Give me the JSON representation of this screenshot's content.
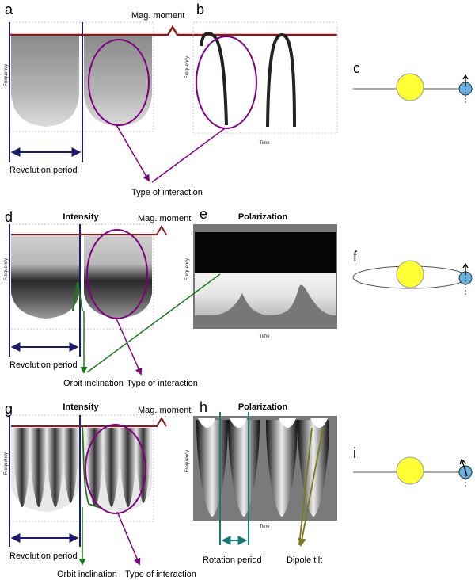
{
  "panels": {
    "a": {
      "label": "a",
      "frequency_label": "Frequency"
    },
    "b": {
      "label": "b",
      "frequency_label": "Frequency",
      "time_label": "Time"
    },
    "c": {
      "label": "c"
    },
    "d": {
      "label": "d",
      "title": "Intensity",
      "frequency_label": "Frequency"
    },
    "e": {
      "label": "e",
      "title": "Polarization",
      "frequency_label": "Frequency",
      "time_label": "Time"
    },
    "f": {
      "label": "f"
    },
    "g": {
      "label": "g",
      "title": "Intensity",
      "frequency_label": "Frequency"
    },
    "h": {
      "label": "h",
      "title": "Polarization",
      "frequency_label": "Frequency",
      "time_label": "Time"
    },
    "i": {
      "label": "i"
    }
  },
  "annotations": {
    "mag_moment": "Mag. moment",
    "revolution_period": "Revolution period",
    "type_of_interaction": "Type of interaction",
    "orbit_inclination": "Orbit inclination",
    "rotation_period": "Rotation period",
    "dipole_tilt": "Dipole tilt"
  },
  "colors": {
    "mag_moment_line": "#8b1a1a",
    "revolution_marker": "#1a1a6e",
    "interaction_ellipse": "#800080",
    "orbit_inclination_marker": "#1a7a1a",
    "rotation_marker": "#1a7a7a",
    "dipole_tilt_marker": "#7a7a1a",
    "star": "#ffff33",
    "planet": "#66b3e6"
  }
}
